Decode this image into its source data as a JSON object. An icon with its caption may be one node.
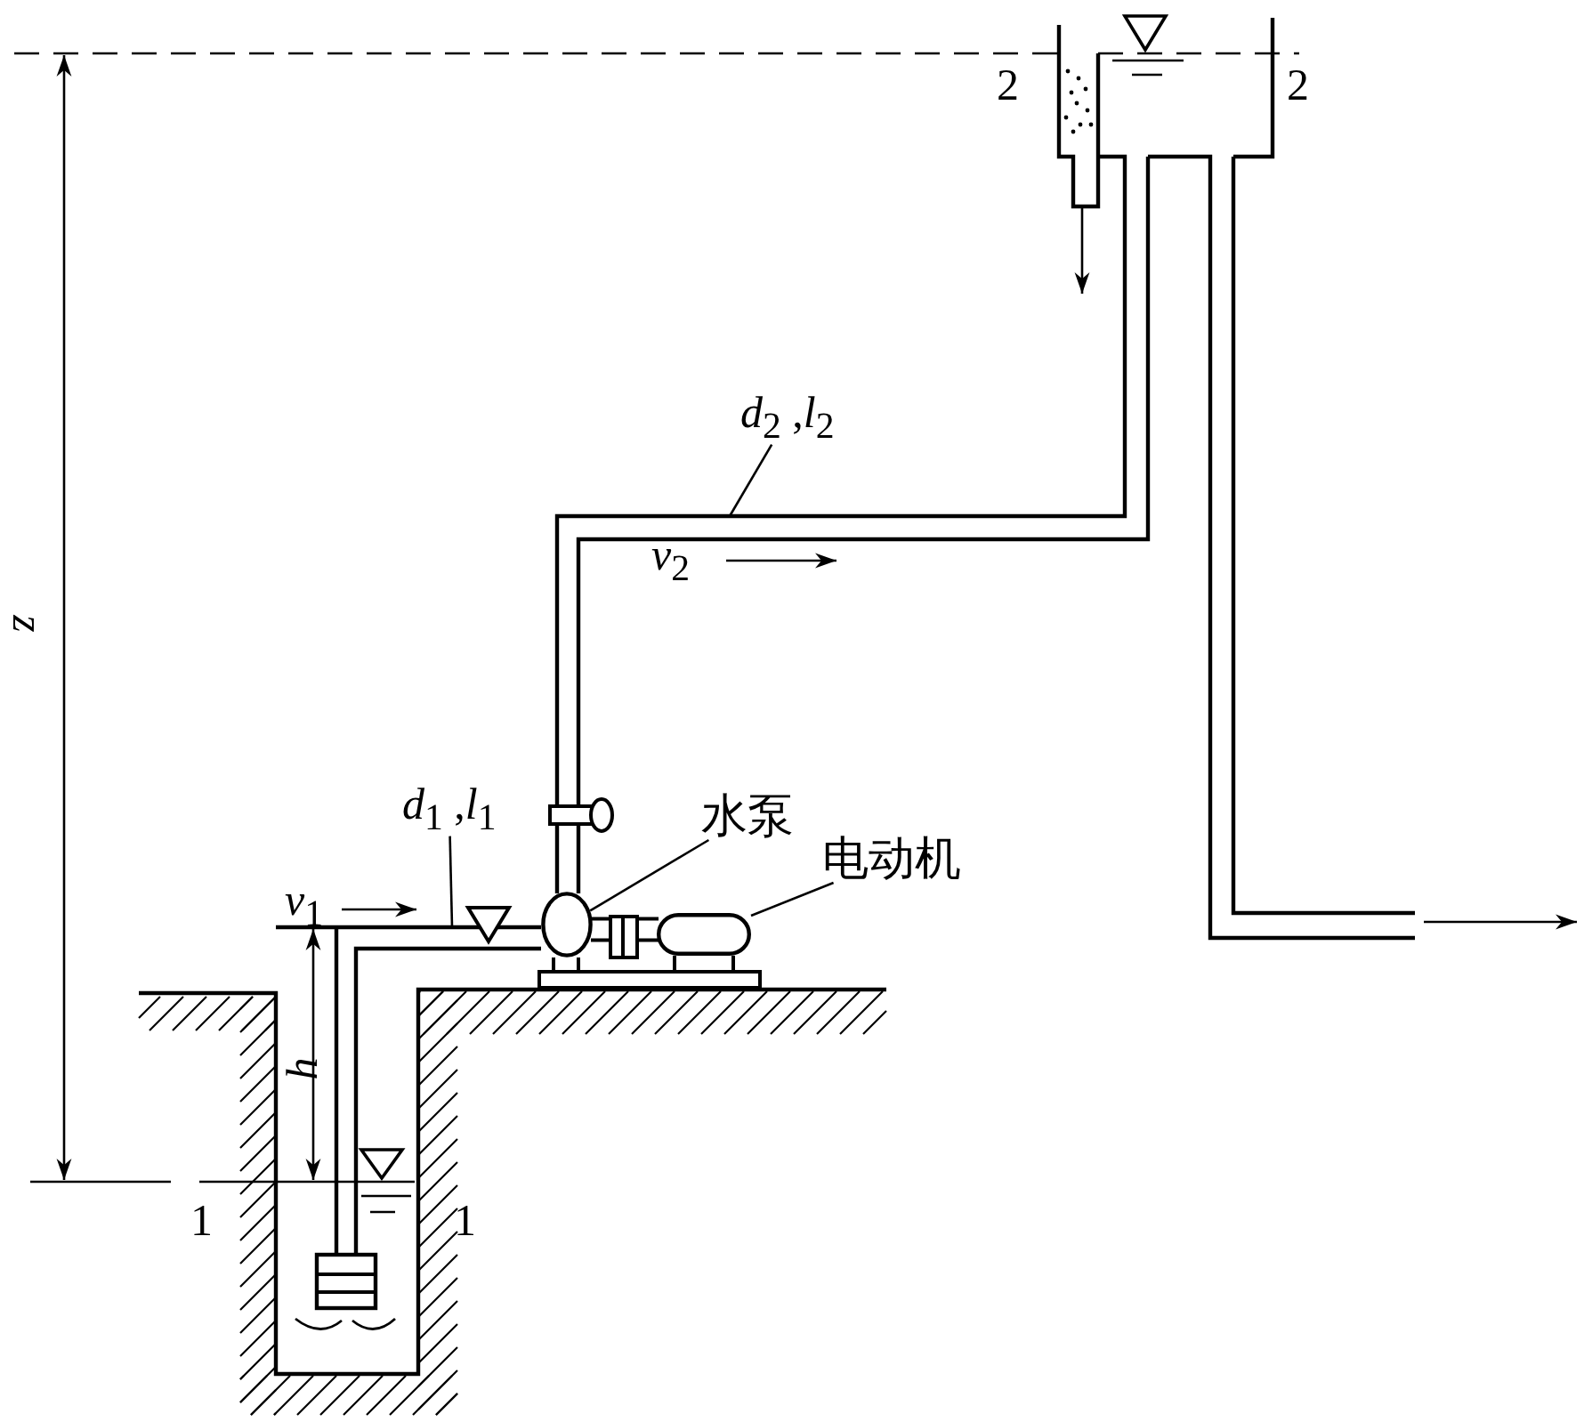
{
  "diagram": {
    "nodes": [
      {
        "text": [
          "水泵"
        ]
      },
      {
        "text": [],
        "shape": "circle"
      },
      {
        "text": [
          "电动机"
        ]
      },
      {
        "text": [],
        "shape": "box"
      },
      {
        "text": [
          "*d*$_{1}$ ,*l*$_{1}$"
        ]
      },
      {
        "text": [
          "*d*$_{2}$ ,*l*$_{2}$"
        ]
      }
    ],
    "edges": [
      {
        "from": 0,
        "to": 1,
        "arrow": "none"
      },
      {
        "from": 2,
        "to": 3,
        "arrow": "none"
      },
      {
        "from": 1,
        "to": 3,
        "arrow": "none"
      },
      {
        "from": 4,
        "to": null,
        "arrow": "none"
      },
      {
        "from": 5,
        "to": null,
        "arrow": "none"
      }
    ],
    "labels": [
      "2",
      "2",
      "*v*$_{2}$",
      "*z*",
      "*v*$_{1}$",
      "*h*",
      "1",
      "1"
    ]
  }
}
